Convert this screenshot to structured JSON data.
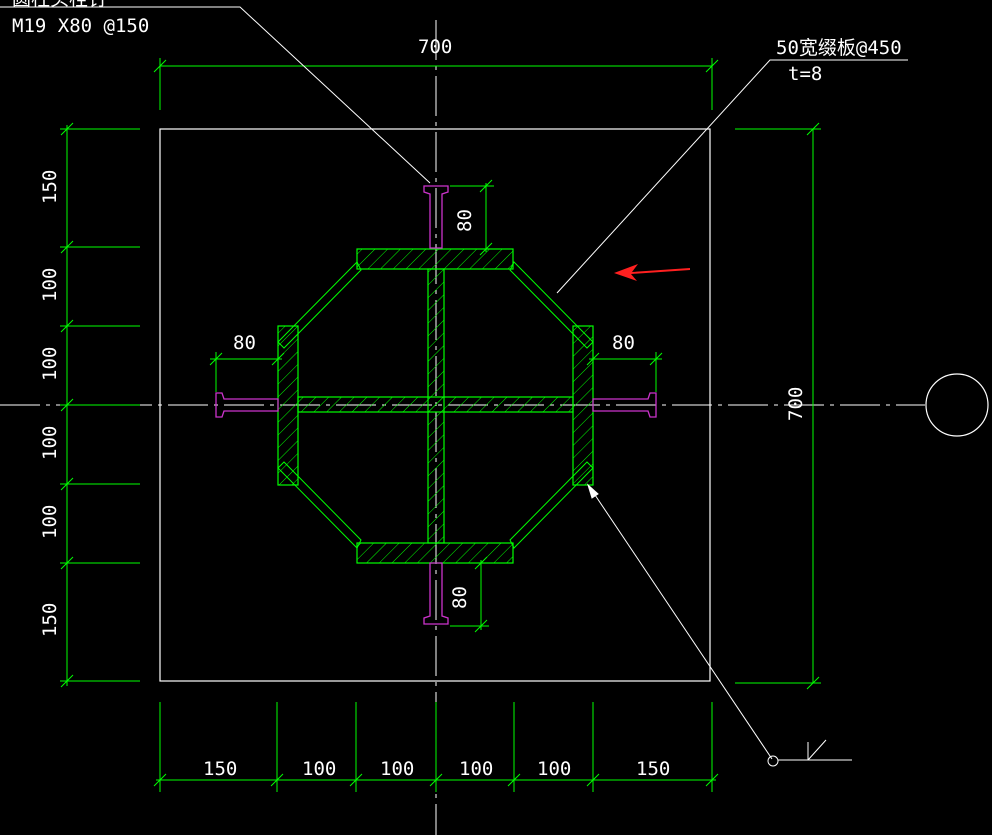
{
  "colors": {
    "background": "#000000",
    "dimension": "#00ff00",
    "outline": "#ffffff",
    "steel": "#00ff00",
    "stud": "#cc33cc",
    "arrow": "#ff2020",
    "axis": "#ffffff"
  },
  "notes": {
    "stud_top_label_partial": "圆柱头栓钉",
    "stud_spec": "M19 X80 @150",
    "stiffener_label": "50宽缀板@450",
    "stiffener_thickness": "t=8"
  },
  "dimensions": {
    "overall_width": "700",
    "overall_height": "700",
    "bottom": [
      "150",
      "100",
      "100",
      "100",
      "100",
      "150"
    ],
    "left": [
      "150",
      "100",
      "100",
      "100",
      "100",
      "150"
    ],
    "stud_top": "80",
    "stud_bottom": "80",
    "stud_left": "80",
    "stud_right": "80"
  },
  "icons": {
    "axis_bubble": "axis-bubble-icon",
    "weld_symbol": "weld-symbol-icon",
    "pointer": "red-arrow-icon"
  }
}
